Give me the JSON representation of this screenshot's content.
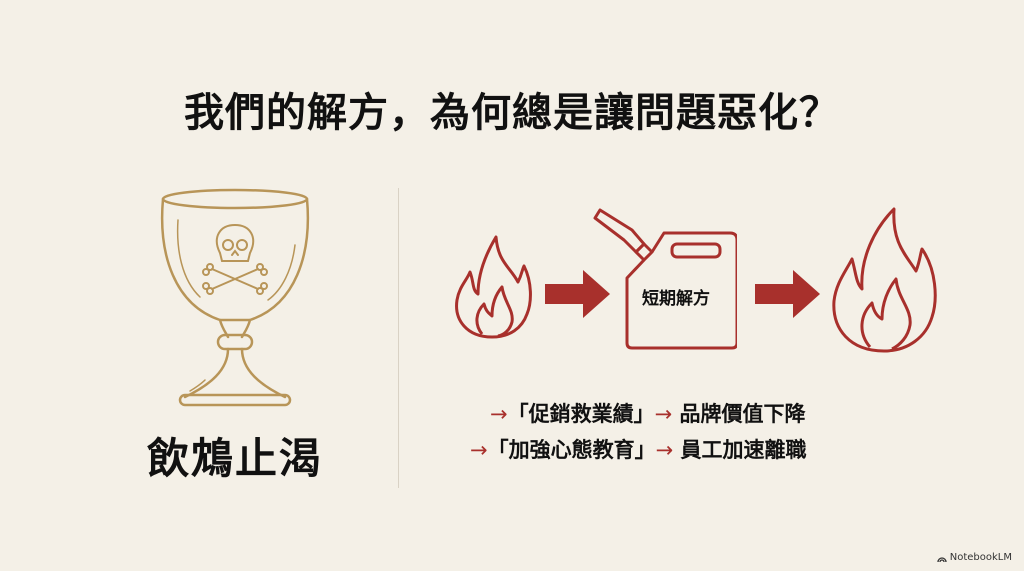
{
  "slide": {
    "title": "我們的解方，為何總是讓問題惡化？",
    "left": {
      "icon": "poison-chalice-icon",
      "label": "飲鴆止渴"
    },
    "right": {
      "flow": {
        "start_icon": "small-flame-icon",
        "middle_icon": "gas-can-icon",
        "middle_label": "短期解方",
        "end_icon": "large-flame-icon"
      },
      "examples": [
        {
          "arrow": "→",
          "action": "「促銷救業績」",
          "arrow2": "→",
          "result": "品牌價值下降"
        },
        {
          "arrow": "→",
          "action": "「加強心態教育」",
          "arrow2": "→",
          "result": "員工加速離職"
        }
      ]
    },
    "brand": "NotebookLM",
    "colors": {
      "background": "#f4f0e7",
      "accent_red": "#a8302c",
      "gold": "#b89558"
    }
  }
}
